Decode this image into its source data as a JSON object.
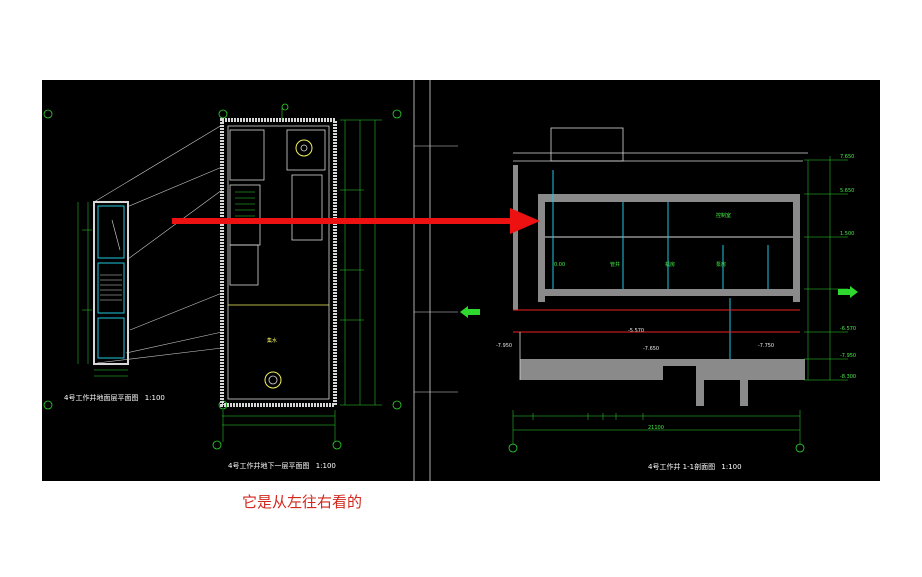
{
  "note": "它是从左往右看的",
  "drawings": {
    "left_plan_caption": "4号工作井地面层平面图",
    "left_plan_scale": "1:100",
    "mid_plan_caption": "4号工作井地下一层平面图",
    "mid_plan_scale": "1:100",
    "section_caption": "4号工作井 1-1剖面图",
    "section_scale": "1:100"
  },
  "colors": {
    "background": "#000000",
    "wall": "#d8d8d8",
    "dimension": "#2ed82e",
    "annotation": "#e8e8e8",
    "arrow": "#ee1111",
    "guide": "#c8c8c8",
    "note": "#d2281e"
  },
  "icons": {
    "direction_arrow": "red-right-arrow",
    "inlet_arrow": "green-left-arrow",
    "outlet_arrow": "green-right-arrow"
  }
}
